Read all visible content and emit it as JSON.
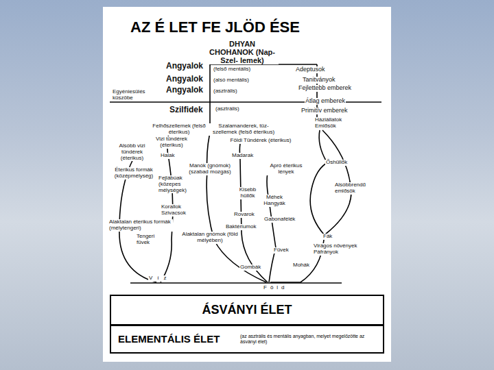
{
  "diagram": {
    "title": "AZ É LET FE JLÖD ÉSE",
    "nodes": [
      {
        "text": [
          "ÁSVÁNYI ÉLET"
        ]
      },
      {
        "text": [
          "ELEMENTÁLIS ÉLET",
          "(az asztrális és mentális anyagban, melyet megelőzötte az ásványi élet)"
        ]
      }
    ],
    "labels": [
      "DHYAN CHOHANOK (Nap-Szel- lemek)",
      "Angyalok",
      "(felső mentális)",
      "Adeptusok",
      "Angyalok",
      "(alsó mentális)",
      "Tanitványok",
      "Egyéniesülés küszöbe",
      "Angyalok",
      "(asztrális)",
      "Fejlettebb emberek",
      "Átlag emberek",
      "Szilfidek",
      "(asztrális)",
      "Primitív emberek",
      "Háziállatok Emlősök",
      "Felhőszellemek (felső éterikus)",
      "Szalamanderek, tüz-szellemek (felső éterikus)",
      "Vizi tündérek (éterikus)",
      "Földi Tündérek (éterikus)",
      "Alsóbb vizi tündérek (éterikus)",
      "Halak",
      "Madarak",
      "Manók (gnómok) (szabad mozgás)",
      "Apró éterikus lények",
      "Őshüllők",
      "Éterikus formák (középmélység)",
      "Fejlábúak (közepes mélységek)",
      "Alsóbbrendű emlősök",
      "Kisebb hüllők",
      "Méhek Hangyák",
      "Korallok Szivacsok",
      "Rovarok",
      "Gabonafélék",
      "Alaktalan éterikus formák (mélytengeri)",
      "Baktériumok",
      "Alaktalan gnómok (föld mélyében)",
      "Tengeri füvek",
      "Fák",
      "Virágos növények Páfrányok",
      "Füvek",
      "Mohák",
      "Gombák",
      "Víz",
      "Föld"
    ]
  }
}
